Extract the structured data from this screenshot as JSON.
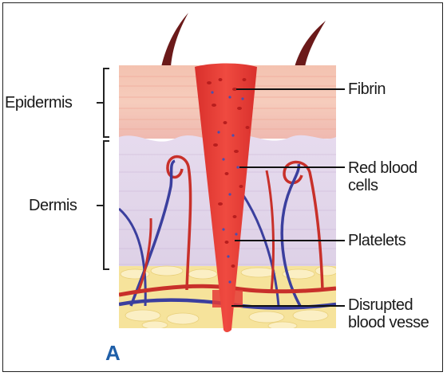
{
  "diagram": {
    "left_labels": {
      "epidermis": "Epidermis",
      "dermis": "Dermis"
    },
    "right_labels": {
      "fibrin": "Fibrin",
      "red_blood_cells_line1": "Red blood",
      "red_blood_cells_line2": "cells",
      "platelets": "Platelets",
      "disrupted_line1": "Disrupted",
      "disrupted_line2": "blood vesse"
    },
    "panel_letter": "A"
  },
  "colors": {
    "epidermis": "#f2b9a6",
    "dermis": "#e3d6ea",
    "fat": "#f6e39b",
    "clot": "#e53a36",
    "artery": "#c8302a",
    "vein": "#3b3f9e",
    "hair": "#6b1a1a",
    "panel_letter": "#1f5fa8"
  }
}
